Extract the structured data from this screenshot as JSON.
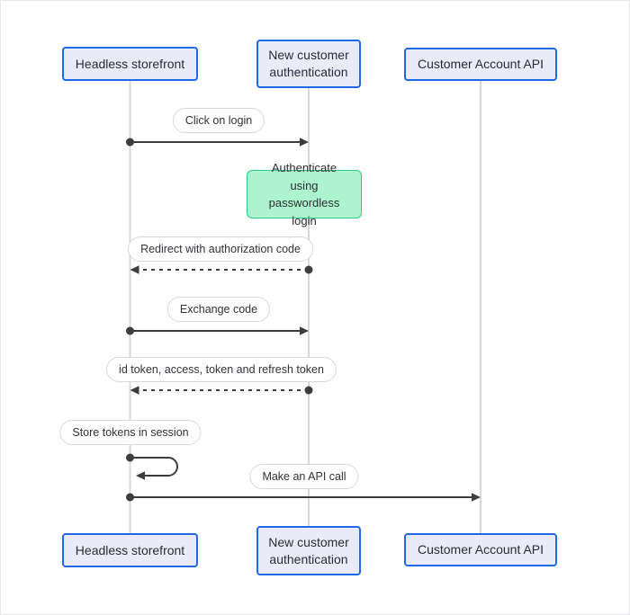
{
  "diagram": {
    "type": "sequence-diagram",
    "actors": [
      {
        "label": "Headless storefront"
      },
      {
        "label": "New customer authentication"
      },
      {
        "label": "Customer Account API"
      }
    ],
    "messages": [
      {
        "label": "Click on login",
        "from": "Headless storefront",
        "to": "New customer authentication",
        "line": "solid"
      },
      {
        "label": "Redirect with authorization code",
        "from": "New customer authentication",
        "to": "Headless storefront",
        "line": "dashed"
      },
      {
        "label": "Exchange code",
        "from": "Headless storefront",
        "to": "New customer authentication",
        "line": "solid"
      },
      {
        "label": "id token, access, token and refresh token",
        "from": "New customer authentication",
        "to": "Headless storefront",
        "line": "dashed"
      },
      {
        "label": "Store tokens in session",
        "from": "Headless storefront",
        "to": "Headless storefront",
        "line": "self"
      },
      {
        "label": "Make an API call",
        "from": "Headless storefront",
        "to": "Customer Account API",
        "line": "solid"
      }
    ],
    "note": {
      "label": "Authenticate using passwordless login",
      "on": "New customer authentication"
    },
    "colors": {
      "actor_fill": "#e9ecf8",
      "actor_border": "#1e6ae6",
      "note_fill": "#abf4ce",
      "note_border": "#2fcb8e",
      "label_fill": "#ffffff",
      "label_border": "#d9d9d9",
      "arrow": "#3d3d3d",
      "lifeline": "#d8d8db",
      "text": "#2b2b31",
      "canvas_border": "#e6e6e9"
    }
  }
}
